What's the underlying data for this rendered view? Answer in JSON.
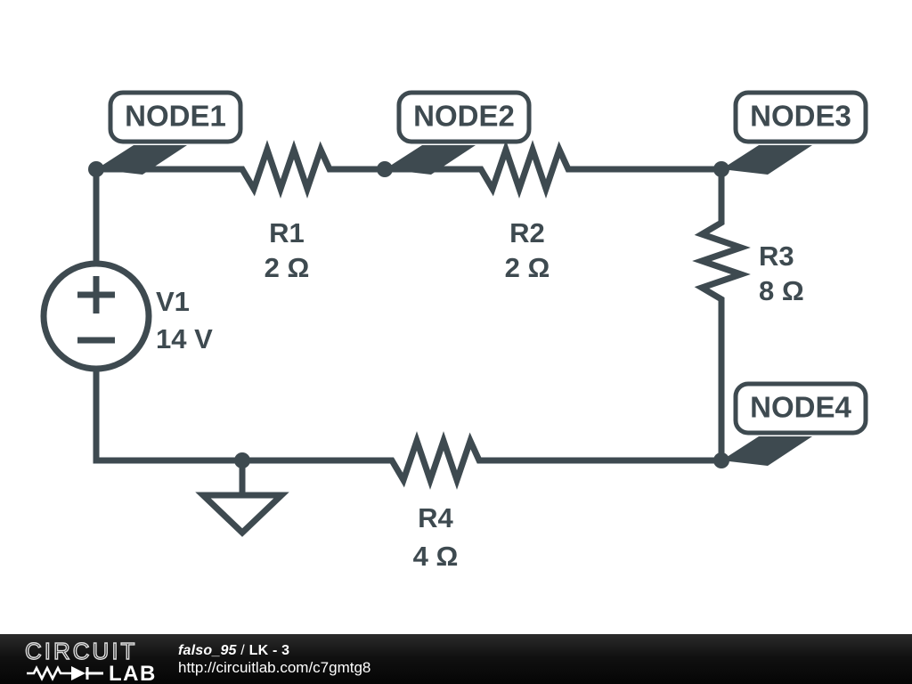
{
  "document": {
    "kind": "circuit-schematic",
    "background_color": "#ffffff",
    "ink_color": "#3e4a50"
  },
  "callouts": [
    {
      "id": "node1",
      "label": "NODE1"
    },
    {
      "id": "node2",
      "label": "NODE2"
    },
    {
      "id": "node3",
      "label": "NODE3"
    },
    {
      "id": "node4",
      "label": "NODE4"
    }
  ],
  "components": [
    {
      "id": "v1",
      "name": "V1",
      "value": "14 V",
      "type": "voltage-source",
      "plus": "+",
      "minus": "−"
    },
    {
      "id": "r1",
      "name": "R1",
      "value": "2 Ω",
      "type": "resistor"
    },
    {
      "id": "r2",
      "name": "R2",
      "value": "2 Ω",
      "type": "resistor"
    },
    {
      "id": "r3",
      "name": "R3",
      "value": "8 Ω",
      "type": "resistor"
    },
    {
      "id": "r4",
      "name": "R4",
      "value": "4 Ω",
      "type": "resistor"
    }
  ],
  "footer": {
    "logo_top": "CIRCUIT",
    "logo_bottom": "LAB",
    "user": "falso_95",
    "separator": "/",
    "title": "LK - 3",
    "url": "http://circuitlab.com/c7gmtg8",
    "background_color": "#0a0a0a",
    "text_color": "#ffffff"
  }
}
